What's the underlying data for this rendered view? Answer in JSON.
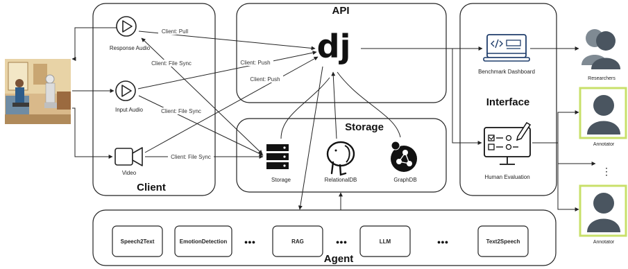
{
  "panels": {
    "api": "API",
    "client": "Client",
    "storage": "Storage",
    "interface": "Interface",
    "agent": "Agent"
  },
  "client": {
    "response_audio": "Response Audio",
    "input_audio": "Input Audio",
    "video": "Video"
  },
  "storage_items": {
    "storage": "Storage",
    "relational": "RelationalDB",
    "graph": "GraphDB"
  },
  "interface_items": {
    "benchmark": "Benchmark Dashboard",
    "human_eval": "Human Evaluation"
  },
  "people": {
    "researchers": "Researchers",
    "annotator_top": "Annotator",
    "annotator_bottom": "Annotator"
  },
  "agent_modules": {
    "m1": "Speech2Text",
    "m2": "EmotionDetection",
    "m3": "RAG",
    "m4": "LLM",
    "m5": "Text2Speech",
    "ellipsis": "●●●"
  },
  "edges": {
    "client_pull": "Client: Pull",
    "client_push_1": "Client: Push",
    "client_push_2": "Client: Push",
    "file_sync_1": "Client: File Sync",
    "file_sync_2": "Client: File Sync",
    "file_sync_3": "Client: File Sync"
  },
  "logo": {
    "api_logo": "dj"
  },
  "colors": {
    "highlight": "#c8e06a",
    "person": "#4a5560",
    "db": "#111111"
  }
}
